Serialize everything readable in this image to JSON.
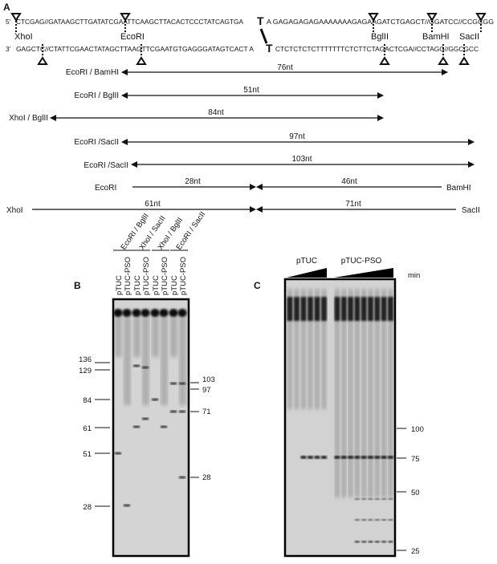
{
  "panel_a": {
    "label": "A",
    "strand_top_prefix": "5'",
    "strand_bottom_prefix": "3'",
    "seq_top_left": "CTCGAG//GATAAGCTTGATATCGAATTCAAGCTTACACTCCCTATCAGTGA",
    "seq_top_mod": "T",
    "seq_top_right": "A GAGAGAGAGAAAAAAAGAGAAGATCTGAGCT//GGATCC//CCGCGG",
    "seq_bottom_left": "GAGCTC//CTATTCGAACTATAGCTTAAGTTCGAATGTGAGGGATAGTCACT A",
    "seq_bottom_mod": "T",
    "seq_bottom_right": "CTCTCTCTCTTTTTTTCTCTTCTAGACTCGA//CCTAGG//GGCGCC",
    "sites": [
      "XhoI",
      "EcoRI",
      "BglII",
      "BamHI",
      "SacII"
    ],
    "fragments": [
      {
        "digest": "EcoRI  / BamHI",
        "length": "76nt"
      },
      {
        "digest": "EcoRI  / BglII",
        "length": "51nt"
      },
      {
        "digest": "XhoI / BglII",
        "length": "84nt"
      },
      {
        "digest": "EcoRI /SacII",
        "length": "97nt"
      },
      {
        "digest": "EcoRI /SacII",
        "length": "103nt"
      }
    ],
    "split_rows": [
      {
        "left_site": "EcoRI",
        "left_len": "28nt",
        "right_len": "46nt",
        "right_site": "BamHI"
      },
      {
        "left_site": "XhoI",
        "left_len": "61nt",
        "right_len": "71nt",
        "right_site": "SacII"
      }
    ]
  },
  "panel_b": {
    "label": "B",
    "groups": [
      "EcoRI / BglII",
      "XhoI / SacII",
      "XhoI / BglII",
      "EcoRI / SacII"
    ],
    "lanes": [
      "pTUC",
      "pTUC-PSO",
      "pTUC",
      "pTUC-PSO",
      "pTUC",
      "pTUC-PSO",
      "pTUC",
      "pTUC-PSO"
    ],
    "markers_left": [
      "136",
      "129",
      "84",
      "61",
      "51",
      "28"
    ],
    "markers_right": [
      "103",
      "97",
      "71",
      "28"
    ]
  },
  "panel_c": {
    "label": "C",
    "groups": [
      "pTUC",
      "pTUC-PSO"
    ],
    "time_unit": "min",
    "markers_right": [
      "100",
      "75",
      "50",
      "25"
    ]
  }
}
